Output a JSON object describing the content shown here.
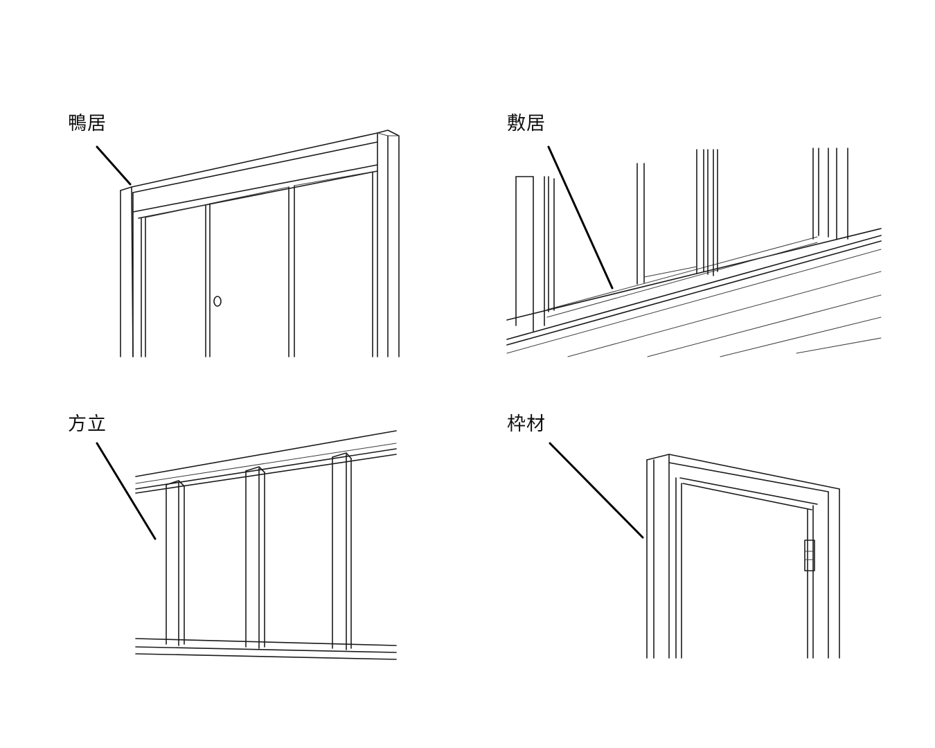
{
  "panels": [
    {
      "id": "kamoi",
      "label": "鴨居"
    },
    {
      "id": "shikii",
      "label": "敷居"
    },
    {
      "id": "houdate",
      "label": "方立"
    },
    {
      "id": "wakuzai",
      "label": "枠材"
    }
  ],
  "colors": {
    "line": "#1a1a1a",
    "background": "#ffffff"
  }
}
